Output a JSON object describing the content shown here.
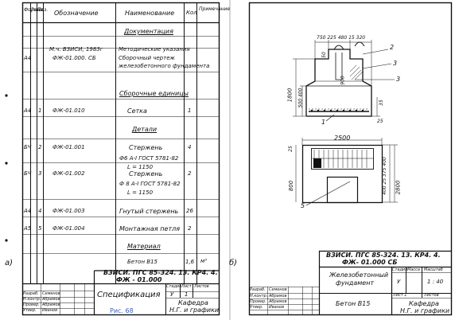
{
  "left_sheet": {
    "label": "а)",
    "headers": {
      "format": "Формат",
      "zone": "Зона",
      "pos": "Поз.",
      "designation": "Обозначение",
      "name": "Наименование",
      "qty": "Кол",
      "note": "Примечание"
    },
    "sections": {
      "documentation": "Документация",
      "assembly_units": "Сборочные единицы",
      "details": "Детали",
      "materials": "Материал"
    },
    "rows": {
      "doc1_designation": "М.ч. ВЗИСИ, 1983г",
      "doc1_name": "Методические указания",
      "doc2_format": "А4",
      "doc2_designation": "ФЖ-01.000. СБ",
      "doc2_name_1": "Сборочный чертеж",
      "doc2_name_2": "железобетонного фундамента",
      "asm_format": "А4",
      "asm_pos": "1",
      "asm_designation": "ФЖ-01.010",
      "asm_name": "Сетка",
      "asm_qty": "1",
      "d1_format": "БЧ",
      "d1_pos": "2",
      "d1_designation": "ФЖ-01.001",
      "d1_name": "Стержень",
      "d1_qty": "4",
      "d1_spec_1": "Ф6 А-I ГОСТ 5781-82",
      "d1_spec_2": "L = 1150",
      "d2_format": "БЧ",
      "d2_pos": "3",
      "d2_designation": "ФЖ-01.002",
      "d2_name": "Стержень",
      "d2_qty": "2",
      "d2_spec_1": "Ф 8 А-I ГОСТ 5781-82",
      "d2_spec_2": "L = 1150",
      "d3_format": "А4",
      "d3_pos": "4",
      "d3_designation": "ФЖ-01.003",
      "d3_name": "Гнутый стержень",
      "d3_qty": "26",
      "d4_format": "А5",
      "d4_pos": "5",
      "d4_designation": "ФЖ-01.004",
      "d4_name": "Монтажная петля",
      "d4_qty": "2",
      "mat_name": "Бетон В15",
      "mat_qty": "1,6",
      "mat_unit": "м³"
    },
    "title_block": {
      "code": "ВЗИСИ. ПГС 85-324. 13. КР4. 4.",
      "designation": "ФЖ - 01.000",
      "title": "Спецификация",
      "stage_label": "Стадия",
      "sheet_label": "Лист",
      "sheets_label": "Листов",
      "stage": "У",
      "sheet": "1",
      "dept_1": "Кафедра",
      "dept_2": "Н.Г. и графики",
      "role_1": "Разраб.",
      "role_2": "Н.контр.",
      "role_3": "Провер.",
      "role_4": "Утвер.",
      "name_1": "Семенов",
      "name_2": "Абрамов",
      "name_3": "Абрамов",
      "name_4": "Иванов"
    }
  },
  "right_sheet": {
    "label": "б)",
    "dims": {
      "top": "750 225 480 15 320",
      "d50": "50",
      "d1800": "1800",
      "d500_400": "500 400",
      "d900": "900",
      "d35": "35",
      "d25a": "25",
      "d2500": "2500",
      "d25b": "25",
      "d800": "800",
      "d400_25_375_400": "400 25 375 400",
      "d2800": "2800"
    },
    "callouts": {
      "c1": "1",
      "c2": "2",
      "c3": "3",
      "c5": "5"
    },
    "title_block": {
      "code": "ВЗИСИ. ПГС 85-324. 13. КР4. 4.",
      "designation": "ФЖ- 01.000 СБ",
      "title_1": "Железобетонный",
      "title_2": "фундамент",
      "material": "Бетон В15",
      "stage_label": "Стадия",
      "mass_label": "Масса",
      "scale_label": "Масштаб",
      "stage": "У",
      "scale": "1 : 40",
      "sheet_label": "Лист 1",
      "sheets_label": "Листов",
      "dept_1": "Кафедра",
      "dept_2": "Н.Г. и графики",
      "role_1": "Разраб.",
      "role_2": "Н.контр.",
      "role_3": "Провер.",
      "role_4": "Утвер.",
      "name_1": "Семенов",
      "name_2": "Абрамов",
      "name_3": "Абрамов",
      "name_4": "Иванов"
    }
  },
  "caption": "Рис. 68"
}
